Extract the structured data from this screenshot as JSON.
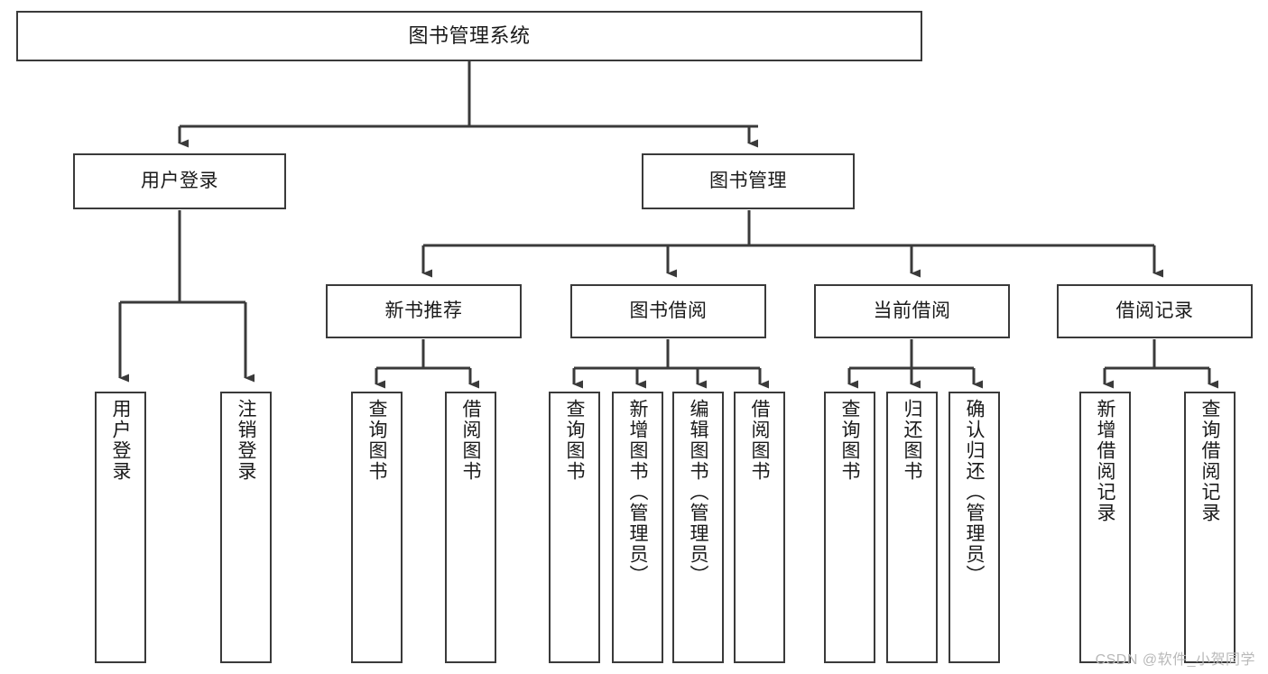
{
  "diagram": {
    "type": "tree",
    "title": "图书管理系统",
    "watermark": "CSDN @软件_小贺同学",
    "colors": {
      "box_border": "#3a3a3a",
      "box_fill": "#ffffff",
      "edge": "#3a3a3a",
      "text": "#1a1a1a",
      "watermark": "#b9b9b9"
    },
    "levels": {
      "root": {
        "label": "图书管理系统"
      },
      "level2": [
        {
          "label": "用户登录"
        },
        {
          "label": "图书管理"
        }
      ],
      "level3": [
        {
          "label": "新书推荐"
        },
        {
          "label": "图书借阅"
        },
        {
          "label": "当前借阅"
        },
        {
          "label": "借阅记录"
        }
      ],
      "leaves": {
        "user_login": [
          {
            "label": "用户登录"
          },
          {
            "label": "注销登录"
          }
        ],
        "new_book": [
          {
            "label": "查询图书"
          },
          {
            "label": "借阅图书"
          }
        ],
        "book_borrow": [
          {
            "label": "查询图书"
          },
          {
            "label": "新增图书（管理员）"
          },
          {
            "label": "编辑图书（管理员）"
          },
          {
            "label": "借阅图书"
          }
        ],
        "current_borrow": [
          {
            "label": "查询图书"
          },
          {
            "label": "归还图书"
          },
          {
            "label": "确认归还（管理员）"
          }
        ],
        "borrow_record": [
          {
            "label": "新增借阅记录"
          },
          {
            "label": "查询借阅记录"
          }
        ]
      }
    }
  }
}
